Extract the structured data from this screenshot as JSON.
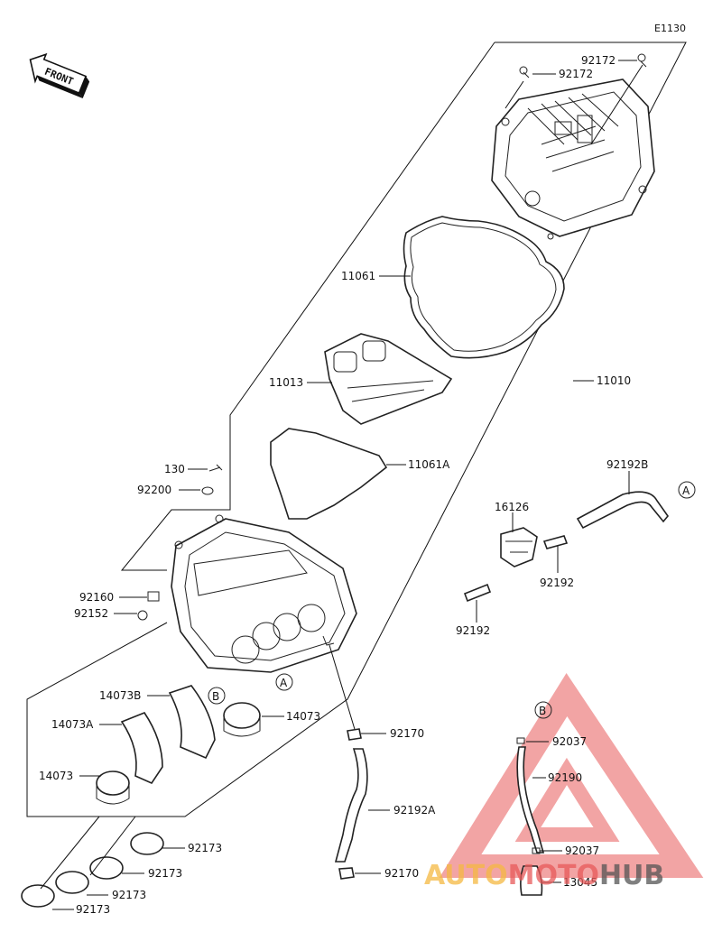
{
  "diagram_code": "E1130",
  "front_label": "FRONT",
  "callouts": {
    "A": "A",
    "B": "B"
  },
  "parts": {
    "p92172a": "92172",
    "p92172b": "92172",
    "p11061": "11061",
    "p11013": "11013",
    "p11010": "11010",
    "p11061A": "11061A",
    "p130": "130",
    "p92200": "92200",
    "p92192B": "92192B",
    "p16126": "16126",
    "p92192a": "92192",
    "p92192b": "92192",
    "p92160": "92160",
    "p92152": "92152",
    "p14073B": "14073B",
    "p14073A": "14073A",
    "p14073a": "14073",
    "p14073b": "14073",
    "p92170a": "92170",
    "p92192A": "92192A",
    "p92170b": "92170",
    "p92037a": "92037",
    "p92190": "92190",
    "p92037b": "92037",
    "p13045": "13045",
    "p92173a": "92173",
    "p92173b": "92173",
    "p92173c": "92173",
    "p92173d": "92173"
  },
  "watermark": {
    "part1": "AUTO",
    "part2": "MOTO",
    "part3": "HUB",
    "color1": "#f5b942",
    "color2": "#e85a5a",
    "color3": "#555555"
  }
}
